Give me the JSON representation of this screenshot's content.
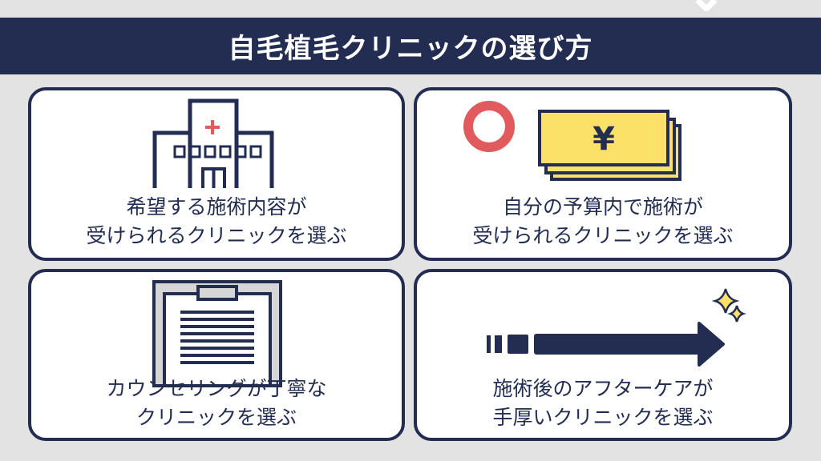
{
  "title": "自毛植毛クリニックの選び方",
  "cards": [
    {
      "line1": "希望する施術内容が",
      "line2": "受けられるクリニックを選ぶ",
      "icon": "hospital-icon"
    },
    {
      "line1": "自分の予算内で施術が",
      "line2": "受けられるクリニックを選ぶ",
      "icon": "yen-banknotes-icon",
      "symbol": "¥"
    },
    {
      "line1": "カウンセリングが丁寧な",
      "line2": "クリニックを選ぶ",
      "icon": "clipboard-icon"
    },
    {
      "line1": "施術後のアフターケアが",
      "line2": "手厚いクリニックを選ぶ",
      "icon": "arrow-right-icon"
    }
  ],
  "colors": {
    "navy": "#232d52",
    "background": "#e3e3e3",
    "yellow": "#fce168",
    "red": "#e05a5e",
    "clipboard_gray": "#d6d6d6"
  }
}
